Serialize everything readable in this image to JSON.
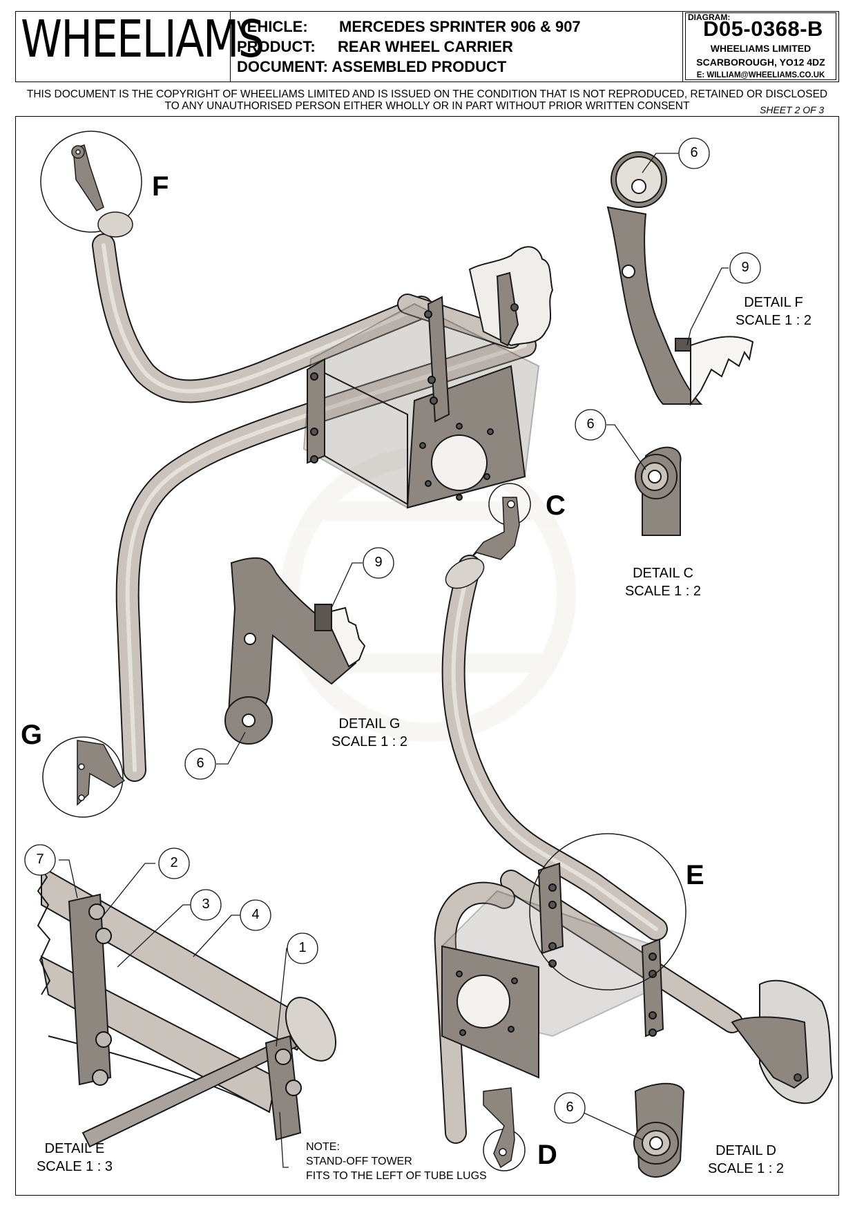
{
  "header": {
    "logo": "WHEELIAMS",
    "vehicle_label": "VEHICLE:",
    "vehicle": "MERCEDES SPRINTER 906 & 907",
    "product_label": "PRODUCT:",
    "product": "REAR WHEEL CARRIER",
    "document_label": "DOCUMENT:",
    "document": "ASSEMBLED PRODUCT",
    "diagram_label": "DIAGRAM:",
    "diagram_number": "D05-0368-B",
    "company": "WHEELIAMS LIMITED",
    "address": "SCARBOROUGH, YO12 4DZ",
    "email": "E: WILLIAM@WHEELIAMS.CO.UK"
  },
  "copyright": {
    "line1": "THIS DOCUMENT IS THE COPYRIGHT OF WHEELIAMS LIMITED AND IS ISSUED ON THE CONDITION THAT IS NOT REPRODUCED, RETAINED OR DISCLOSED",
    "line2": "TO ANY UNAUTHORISED PERSON EITHER WHOLLY OR IN PART WITHOUT PRIOR WRITTEN CONSENT"
  },
  "sheet": "SHEET 2 OF 3",
  "view_letters": {
    "f": "F",
    "c": "C",
    "g": "G",
    "e": "E",
    "d": "D"
  },
  "details": {
    "f": {
      "title": "DETAIL F",
      "scale": "SCALE 1 : 2"
    },
    "c": {
      "title": "DETAIL C",
      "scale": "SCALE 1 : 2"
    },
    "g": {
      "title": "DETAIL G",
      "scale": "SCALE 1 : 2"
    },
    "e": {
      "title": "DETAIL E",
      "scale": "SCALE 1 : 3"
    },
    "d": {
      "title": "DETAIL D",
      "scale": "SCALE 1 : 2"
    }
  },
  "callouts": {
    "f_washer": "6",
    "f_tab": "9",
    "c_washer": "6",
    "g_tab": "9",
    "g_washer": "6",
    "e_7": "7",
    "e_2": "2",
    "e_3": "3",
    "e_4": "4",
    "e_1": "1",
    "d_washer": "6"
  },
  "note": {
    "title": "NOTE:",
    "line1": "STAND-OFF TOWER",
    "line2": "FITS TO THE LEFT OF TUBE LUGS"
  },
  "colors": {
    "steel": "#b9b3ac",
    "steel_dark": "#6f6a64",
    "plate": "#8d877f",
    "line": "#1a1a1a"
  }
}
